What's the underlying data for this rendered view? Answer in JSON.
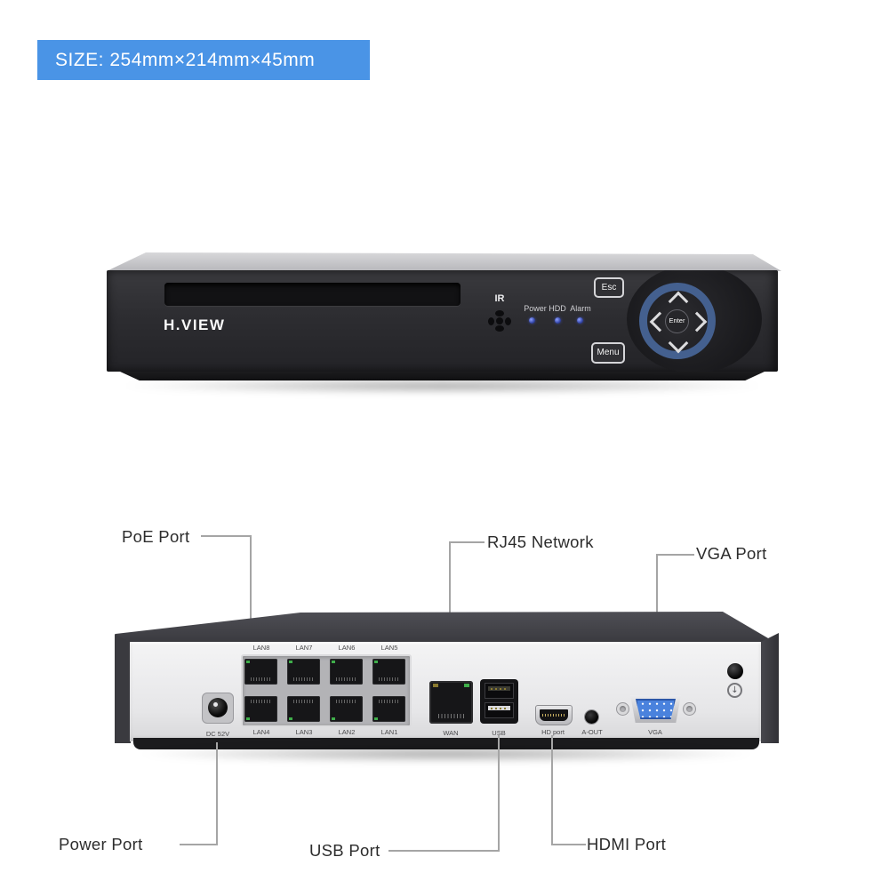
{
  "badge": {
    "label": "SIZE: 254mm×214mm×45mm"
  },
  "front_panel": {
    "brand": "H.VIEW",
    "ir_label": "IR",
    "led_labels": [
      "Power",
      "HDD",
      "Alarm"
    ],
    "esc_button": "Esc",
    "menu_button": "Menu",
    "enter_button": "Enter"
  },
  "back_panel": {
    "lan_labels_top": [
      "LAN8",
      "LAN7",
      "LAN6",
      "LAN5"
    ],
    "lan_labels_bottom": [
      "LAN4",
      "LAN3",
      "LAN2",
      "LAN1"
    ],
    "dc_label": "DC 52V",
    "wan_label": "WAN",
    "usb_label": "USB",
    "hdmi_label": "HD port",
    "audio_label": "A-OUT",
    "vga_label": "VGA",
    "ground_symbol": "↓"
  },
  "callouts": {
    "poe": "PoE Port",
    "rj45": "RJ45 Network",
    "vga": "VGA Port",
    "power": "Power Port",
    "usb": "USB Port",
    "hdmi": "HDMI Port"
  },
  "colors": {
    "badge_bg": "#4a94e6",
    "device_face": "#2d2d31",
    "back_panel_bg": "#ececee",
    "dpad_ring_blue": "#44608f",
    "vga_face_blue": "#4a82dd",
    "led_blue": "#4a5fc0",
    "poe_led_green": "#3fae4a"
  }
}
